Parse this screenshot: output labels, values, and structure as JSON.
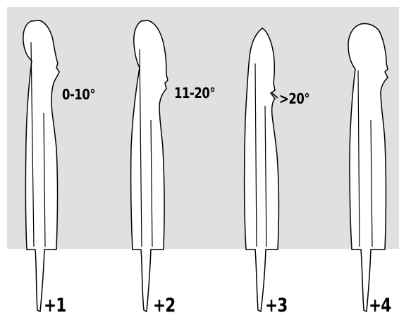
{
  "colors": {
    "background": "#e0e0e0",
    "silhouette_fill": "#ffffff",
    "outline": "#000000",
    "text": "#000000"
  },
  "figures": [
    {
      "angle_label": "0-10°",
      "grade_label": "+1"
    },
    {
      "angle_label": "11-20°",
      "grade_label": "+2"
    },
    {
      "angle_label": ">20°",
      "grade_label": "+3"
    },
    {
      "angle_label": "",
      "grade_label": "+4"
    }
  ]
}
